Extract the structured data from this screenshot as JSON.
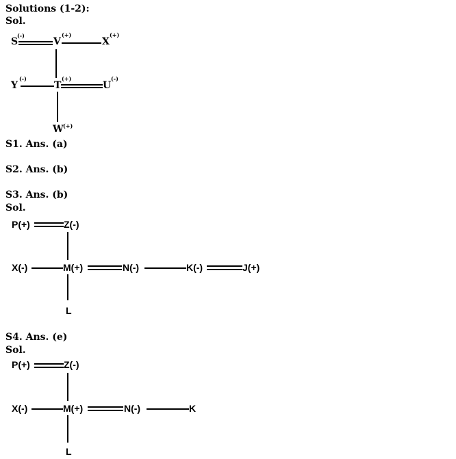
{
  "heading": "Solutions (1-2):",
  "sol_label": "Sol.",
  "diagram1": {
    "nodes": {
      "S": "S",
      "V": "V",
      "X": "X",
      "Y": "Y",
      "T": "T",
      "U": "U",
      "W": "W"
    },
    "signs": {
      "S": "(-)",
      "V": "(+)",
      "X": "(+)",
      "Y": "(-)",
      "T": "(+)",
      "U": "(-)",
      "W": "(+)"
    }
  },
  "answers": {
    "s1": "S1. Ans. (a)",
    "s2": "S2. Ans. (b)",
    "s3": "S3. Ans. (b)",
    "s4": "S4. Ans. (e)"
  },
  "diagram3": {
    "P": "P(+)",
    "Z": "Z(-)",
    "X": "X(-)",
    "M": "M(+)",
    "N": "N(-)",
    "K": "K(-)",
    "J": "J(+)",
    "L": "L"
  },
  "diagram4": {
    "P": "P(+)",
    "Z": "Z(-)",
    "X": "X(-)",
    "M": "M(+)",
    "N": "N(-)",
    "K": "K",
    "L": "L"
  }
}
